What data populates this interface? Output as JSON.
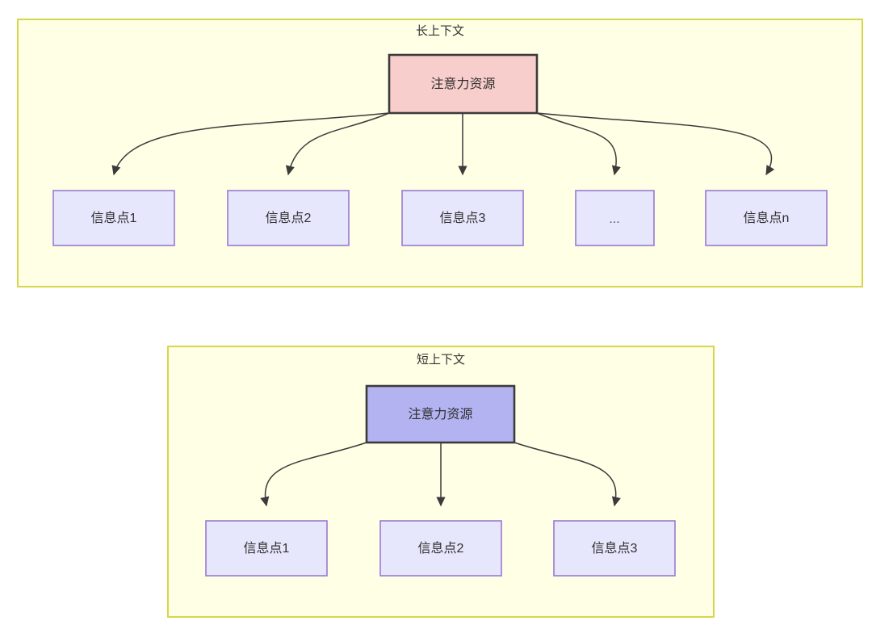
{
  "diagram": {
    "type": "node-link-diagram",
    "background_color": "#ffffff",
    "palette": {
      "group_fill": "#ffffe6",
      "group_stroke": "#d6d64c",
      "attention_long_fill": "#f8cecc",
      "attention_short_fill": "#b3b3f2",
      "node_stroke_dark": "#3b3b3b",
      "info_fill": "#e6e6fc",
      "info_stroke": "#9b79d1",
      "edge_color": "#3b3b3b"
    },
    "groups": [
      {
        "id": "long-context",
        "title": "长上下文",
        "root": {
          "id": "attention-long",
          "label": "注意力资源"
        },
        "children": [
          {
            "id": "info-1",
            "label": "信息点1"
          },
          {
            "id": "info-2",
            "label": "信息点2"
          },
          {
            "id": "info-3",
            "label": "信息点3"
          },
          {
            "id": "info-ellipsis",
            "label": "..."
          },
          {
            "id": "info-n",
            "label": "信息点n"
          }
        ]
      },
      {
        "id": "short-context",
        "title": "短上下文",
        "root": {
          "id": "attention-short",
          "label": "注意力资源"
        },
        "children": [
          {
            "id": "info-s1",
            "label": "信息点1"
          },
          {
            "id": "info-s2",
            "label": "信息点2"
          },
          {
            "id": "info-s3",
            "label": "信息点3"
          }
        ]
      }
    ]
  }
}
